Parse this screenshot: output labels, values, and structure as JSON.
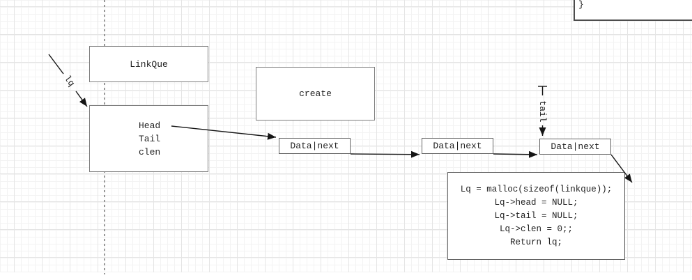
{
  "diagram": {
    "top_right_box": {
      "visible_text": "}"
    },
    "linkque_box": {
      "label": "LinkQue"
    },
    "struct_box": {
      "fields": [
        "Head",
        "Tail",
        "clen"
      ]
    },
    "create_box": {
      "label": "create"
    },
    "nodes": [
      {
        "label": "Data|next"
      },
      {
        "label": "Data|next"
      },
      {
        "label": "Data|next"
      }
    ],
    "code_box": {
      "lines": [
        "Lq = malloc(sizeof(linkque));",
        "Lq->head = NULL;",
        "Lq->tail = NULL;",
        "Lq->clen = 0;;",
        "Return lq;"
      ]
    },
    "edge_labels": {
      "lq": "lq",
      "tail": "tail"
    },
    "colors": {
      "arrow": "#151515",
      "box_border": "#7c7c7c",
      "node_border": "#636363",
      "guide_dash": "#989898",
      "grid_major": "#e5e5e5",
      "grid_minor": "#f3f3f3"
    }
  }
}
